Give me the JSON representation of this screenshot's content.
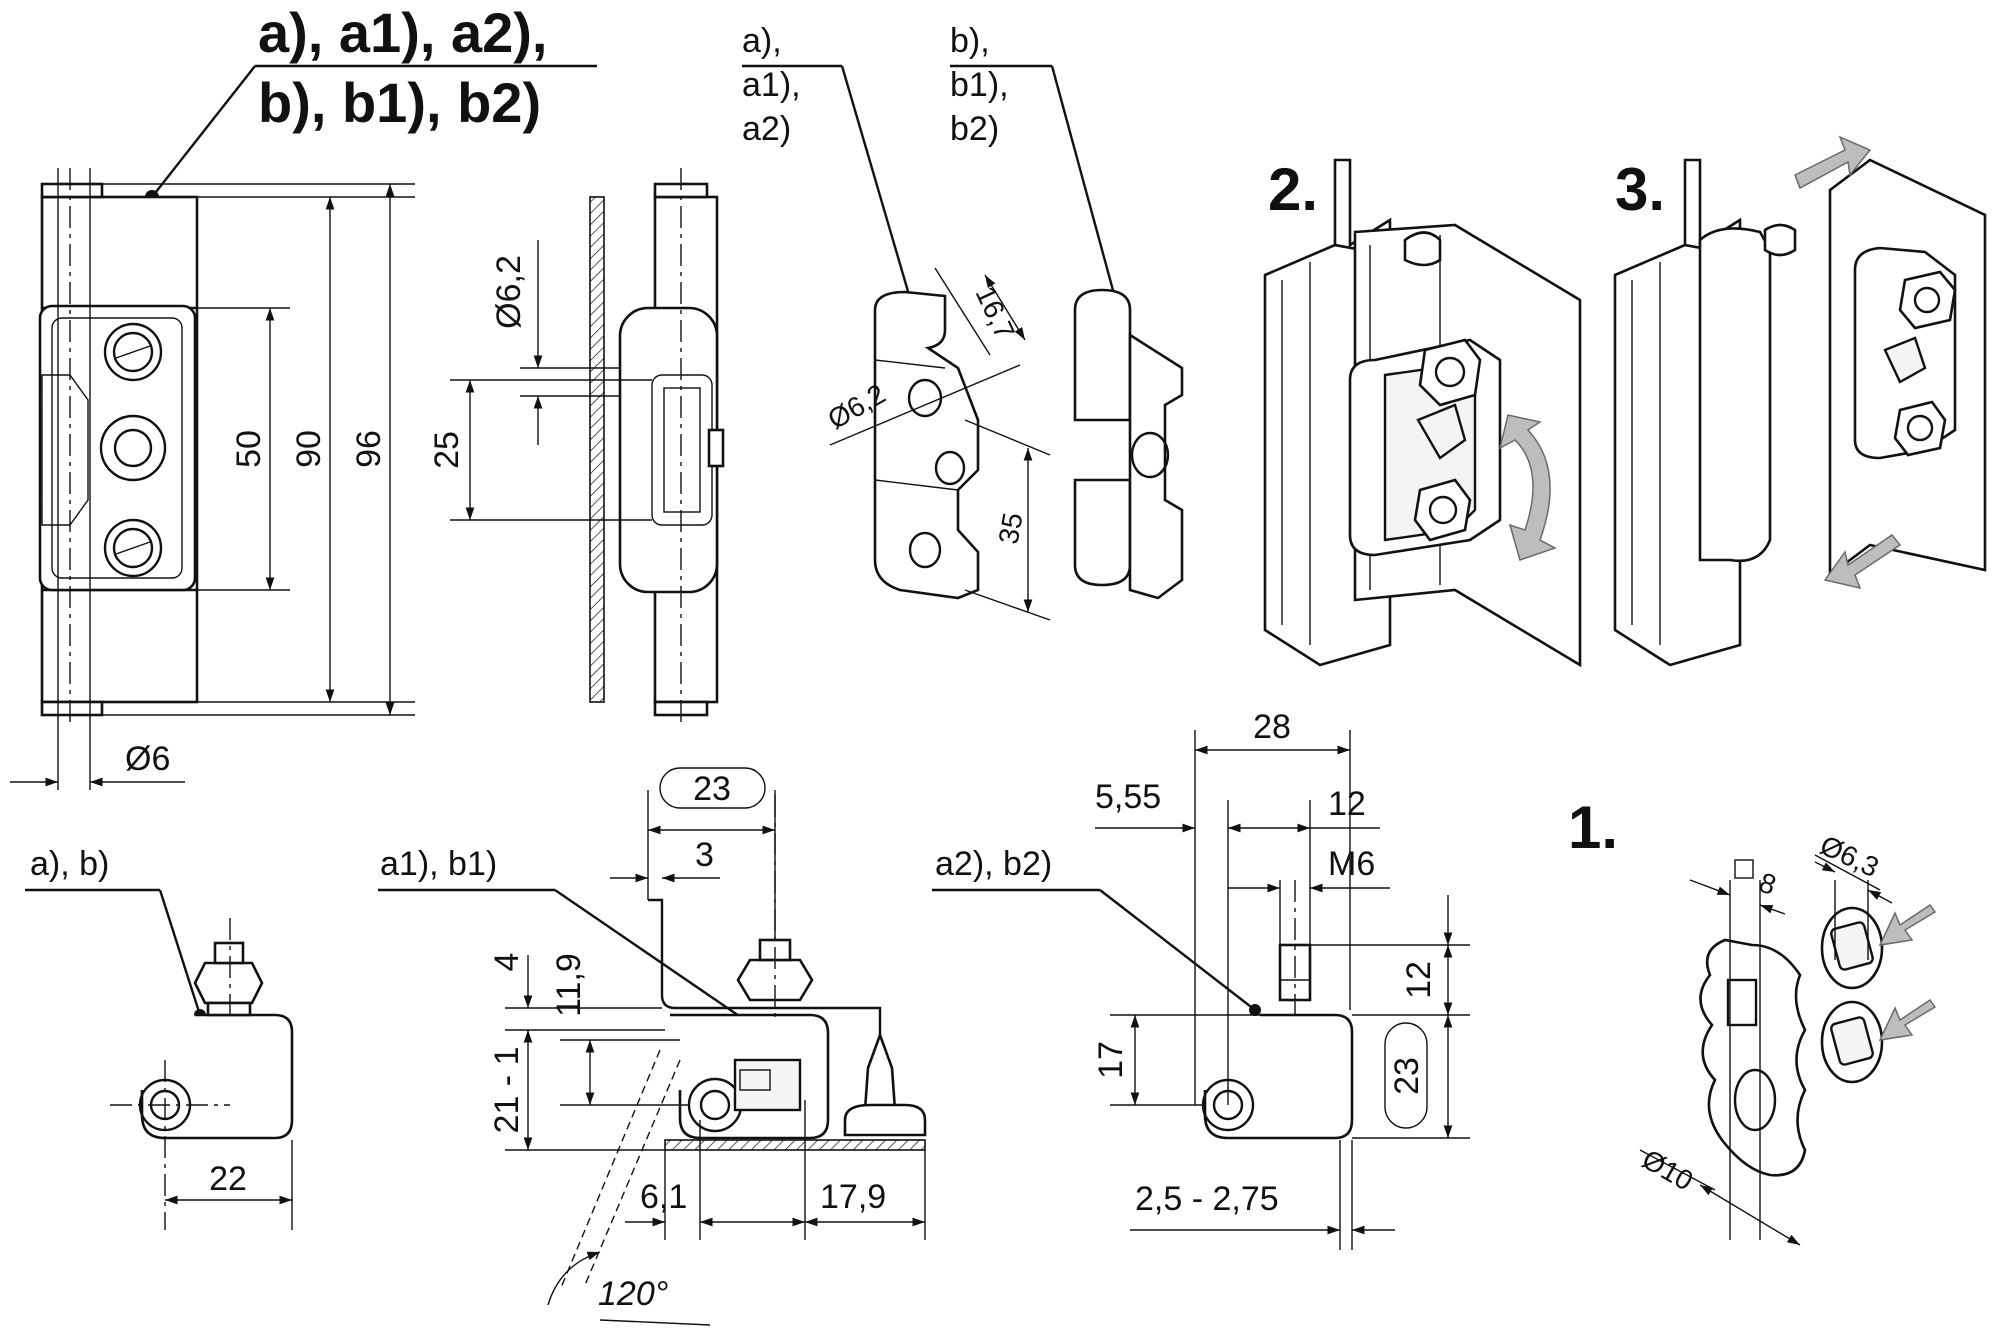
{
  "title_lines": [
    "a), a1), a2),",
    "b), b1), b2)"
  ],
  "front_view": {
    "dims": {
      "d50": "50",
      "d90": "90",
      "d96": "96",
      "pin": "Ø6"
    }
  },
  "side_view": {
    "dims": {
      "hole": "Ø6,2",
      "d25": "25"
    }
  },
  "iso_a": {
    "label_lines": [
      "a),",
      "a1),",
      "a2)"
    ],
    "dims": {
      "w": "16,7",
      "hole": "Ø6,2",
      "h": "35"
    }
  },
  "iso_b": {
    "label_lines": [
      "b),",
      "b1),",
      "b2)"
    ]
  },
  "steps": {
    "s1": "1.",
    "s2": "2.",
    "s3": "3."
  },
  "section_ab": {
    "label": "a), b)",
    "dims": {
      "d22": "22"
    }
  },
  "section_a1b1": {
    "label": "a1), b1)",
    "dims": {
      "d23": "23",
      "d3": "3",
      "d4": "4",
      "d119": "11,9",
      "d21": "21 - 1",
      "d61": "6,1",
      "d179": "17,9",
      "angle": "120°"
    }
  },
  "section_a2b2": {
    "label": "a2), b2)",
    "dims": {
      "d28": "28",
      "d555": "5,55",
      "d12a": "12",
      "m6": "M6",
      "d12b": "12",
      "d17": "17",
      "d23": "23",
      "d25": "2,5 - 2,75"
    }
  },
  "mounting": {
    "dims": {
      "sq": "8",
      "d63": "Ø6,3",
      "d10": "Ø10"
    }
  }
}
